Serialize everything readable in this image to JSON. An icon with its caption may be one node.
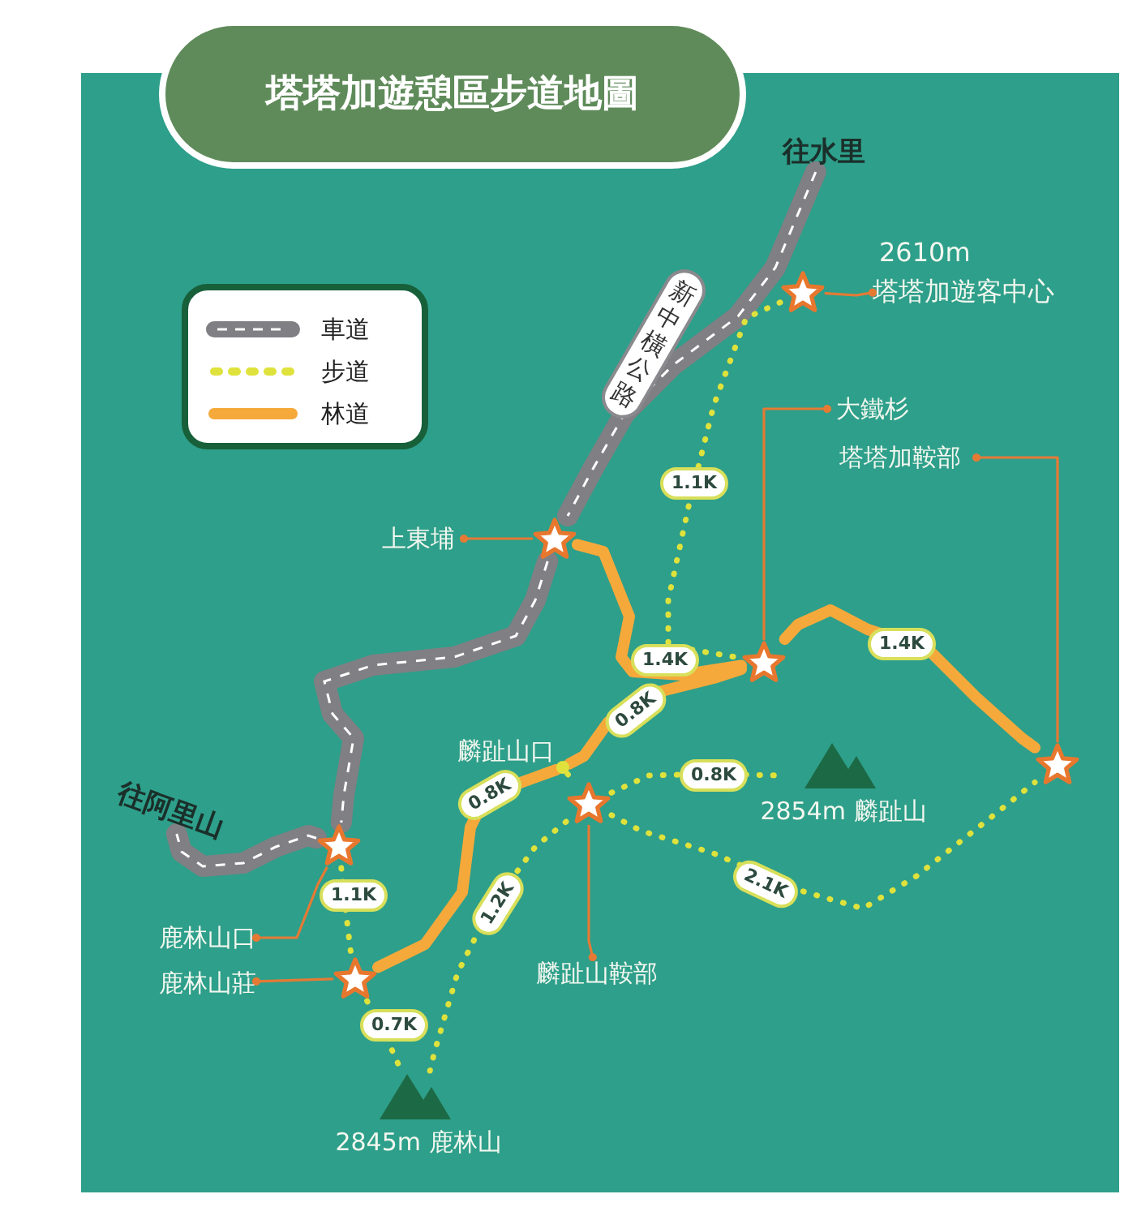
{
  "diagram": {
    "title": "塔塔加遊憩區步道地圖",
    "nodes": [
      {
        "text": [
          "往水里"
        ]
      },
      {
        "text": [
          "2610m",
          "塔塔加遊客中心"
        ]
      },
      {
        "text": [],
        "shape": "star"
      },
      {
        "text": [
          "大鐵杉"
        ]
      },
      {
        "text": [
          "塔塔加鞍部"
        ]
      },
      {
        "text": [
          "上東埔"
        ]
      },
      {
        "text": [],
        "shape": "star"
      },
      {
        "text": [],
        "shape": "star"
      },
      {
        "text": [],
        "shape": "dot"
      },
      {
        "text": [
          "2854m 麟趾山"
        ]
      },
      {
        "text": [],
        "shape": "star"
      },
      {
        "text": [
          "往阿里山"
        ]
      },
      {
        "text": [],
        "shape": "star"
      },
      {
        "text": [],
        "shape": "star"
      },
      {
        "text": [
          "鹿林山口"
        ]
      },
      {
        "text": [],
        "shape": "star"
      },
      {
        "text": [
          "鹿林山莊"
        ]
      },
      {
        "text": [
          "麟趾山鞍部"
        ]
      },
      {
        "text": [
          "2845m 鹿林山"
        ]
      }
    ],
    "edges": [
      {
        "from": 0,
        "to": 6,
        "arrow": "none",
        "style": "thick",
        "color": "#807f84",
        "label": "新中橫公路"
      },
      {
        "from": 6,
        "to": 13,
        "arrow": "none",
        "style": "thick",
        "color": "#807f84"
      },
      {
        "from": 13,
        "to": 11,
        "arrow": "none",
        "style": "thick",
        "color": "#807f84"
      },
      {
        "from": 2,
        "to": 7,
        "arrow": "none",
        "style": "dashed",
        "color": "#dfe23c",
        "label": "1.1K"
      },
      {
        "from": 6,
        "to": 7,
        "arrow": "none",
        "style": "thick",
        "color": "#f6a93b",
        "label": "1.4K"
      },
      {
        "from": 7,
        "to": 10,
        "arrow": "none",
        "style": "thick",
        "color": "#f6a93b",
        "label": "1.4K"
      },
      {
        "from": 7,
        "to": 8,
        "arrow": "none",
        "style": "thick",
        "color": "#f6a93b",
        "label": "0.8K"
      },
      {
        "from": 8,
        "to": 15,
        "arrow": "none",
        "style": "thick",
        "color": "#f6a93b",
        "label": "0.8K"
      },
      {
        "from": 8,
        "to": 12,
        "arrow": "none",
        "style": "dashed",
        "color": "#dfe23c"
      },
      {
        "from": 12,
        "to": 9,
        "arrow": "none",
        "style": "dashed",
        "color": "#dfe23c",
        "label": "0.8K"
      },
      {
        "from": 12,
        "to": 10,
        "arrow": "none",
        "style": "dashed",
        "color": "#dfe23c",
        "label": "2.1K"
      },
      {
        "from": 12,
        "to": 18,
        "arrow": "none",
        "style": "dashed",
        "color": "#dfe23c",
        "label": "1.2K"
      },
      {
        "from": 13,
        "to": 15,
        "arrow": "none",
        "style": "dashed",
        "color": "#dfe23c",
        "label": "1.1K"
      },
      {
        "from": 15,
        "to": 18,
        "arrow": "none",
        "style": "dashed",
        "color": "#dfe23c",
        "label": "0.7K"
      },
      {
        "from": 1,
        "to": 2,
        "arrow": "other",
        "color": "#e57a35"
      },
      {
        "from": 3,
        "to": 7,
        "arrow": "other",
        "color": "#e57a35"
      },
      {
        "from": 4,
        "to": 10,
        "arrow": "other",
        "color": "#e57a35"
      },
      {
        "from": 5,
        "to": 6,
        "arrow": "other",
        "color": "#e57a35"
      },
      {
        "from": 17,
        "to": 12,
        "arrow": "other",
        "color": "#e57a35"
      },
      {
        "from": 14,
        "to": 13,
        "arrow": "other",
        "color": "#e57a35"
      },
      {
        "from": 16,
        "to": 15,
        "arrow": "other",
        "color": "#e57a35"
      }
    ],
    "labels": [
      "麟趾山口"
    ],
    "legend": [
      {
        "text": "車道"
      },
      {
        "text": "步道"
      },
      {
        "text": "林道"
      }
    ]
  }
}
